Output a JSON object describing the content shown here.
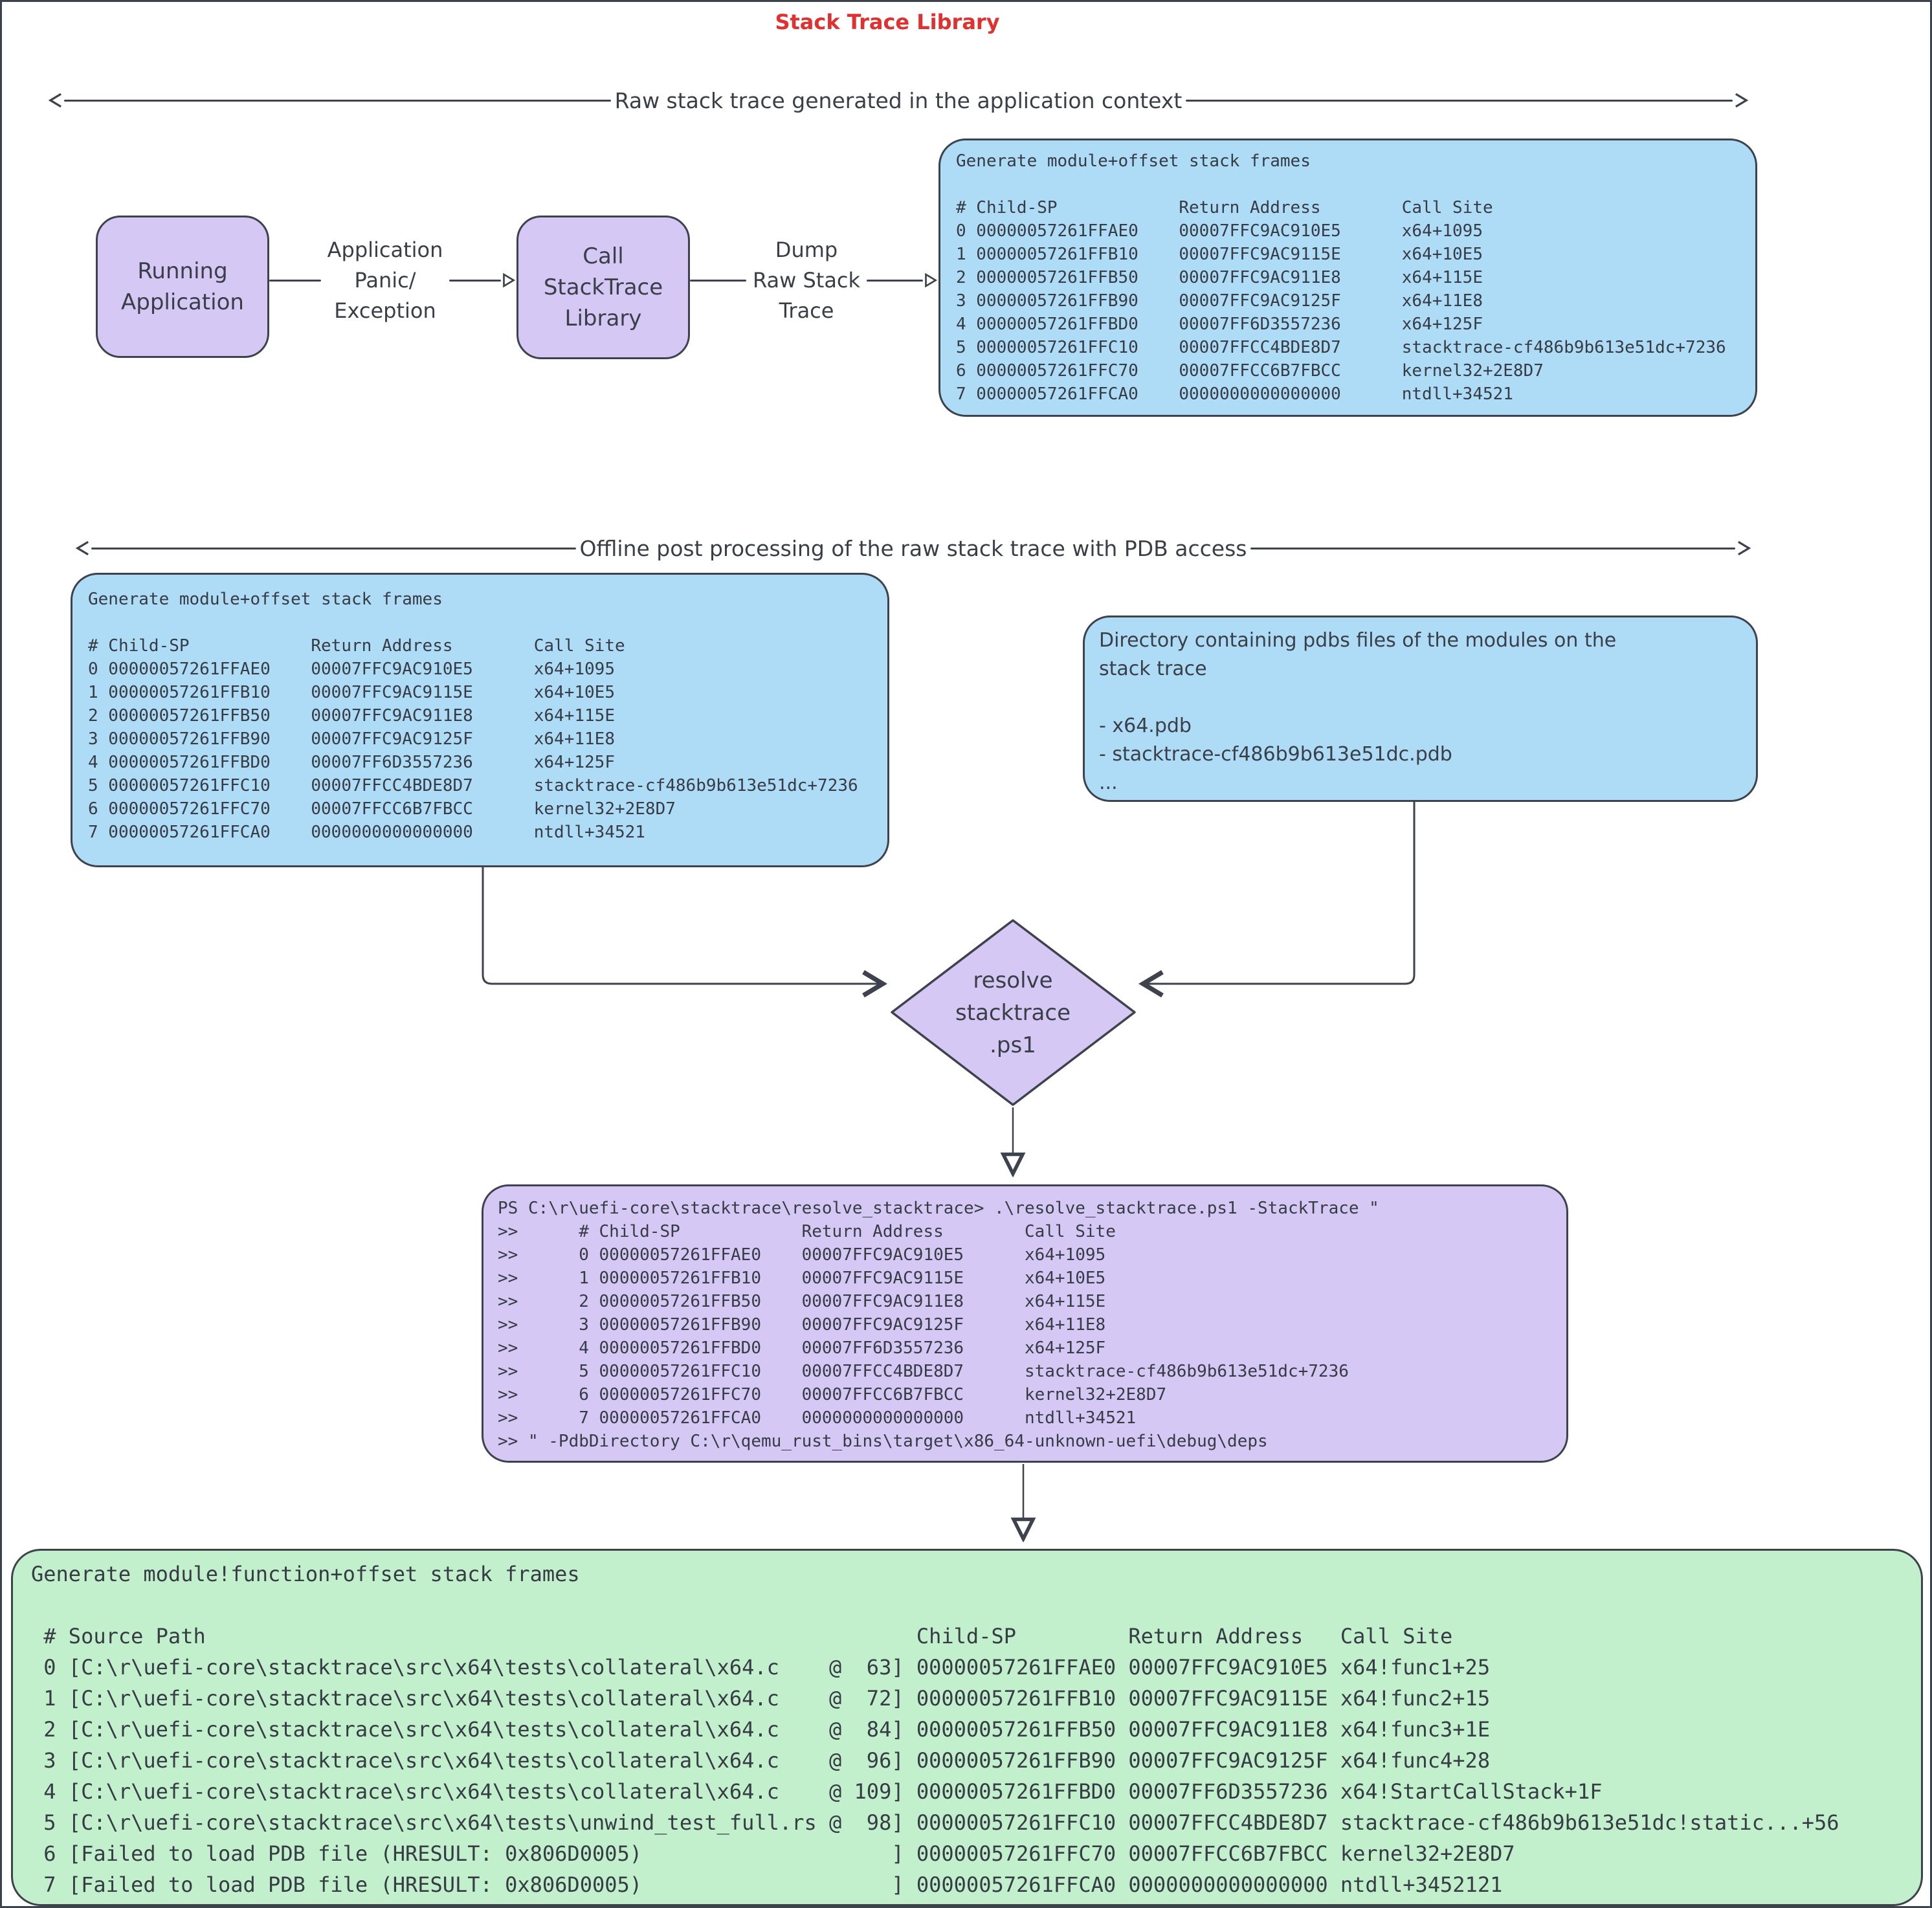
{
  "page_title": "Stack Trace Library",
  "colors": {
    "title_red": "#e03131",
    "violet_fill": "#d6c8f5",
    "blue_fill": "#aedcf7",
    "green_fill": "#c2f0cd",
    "stroke": "#3d424c",
    "text": "#363b44"
  },
  "section1": {
    "label": "Raw stack trace generated in the application context"
  },
  "section2": {
    "label": "Offline post processing of the raw stack trace with PDB access"
  },
  "flow": {
    "running_app": [
      "Running",
      "Application"
    ],
    "panic_arrow": [
      "Application",
      "Panic/",
      "Exception"
    ],
    "call_library": [
      "Call",
      "StackTrace",
      "Library"
    ],
    "dump_arrow": [
      "Dump",
      "Raw Stack",
      "Trace"
    ]
  },
  "raw_trace": {
    "title": "Generate module+offset stack frames",
    "columns": [
      "#",
      "Child-SP",
      "Return Address",
      "Call Site"
    ],
    "frames": [
      {
        "i": "0",
        "sp": "00000057261FFAE0",
        "ra": "00007FFC9AC910E5",
        "cs": "x64+1095"
      },
      {
        "i": "1",
        "sp": "00000057261FFB10",
        "ra": "00007FFC9AC9115E",
        "cs": "x64+10E5"
      },
      {
        "i": "2",
        "sp": "00000057261FFB50",
        "ra": "00007FFC9AC911E8",
        "cs": "x64+115E"
      },
      {
        "i": "3",
        "sp": "00000057261FFB90",
        "ra": "00007FFC9AC9125F",
        "cs": "x64+11E8"
      },
      {
        "i": "4",
        "sp": "00000057261FFBD0",
        "ra": "00007FF6D3557236",
        "cs": "x64+125F"
      },
      {
        "i": "5",
        "sp": "00000057261FFC10",
        "ra": "00007FFCC4BDE8D7",
        "cs": "stacktrace-cf486b9b613e51dc+7236"
      },
      {
        "i": "6",
        "sp": "00000057261FFC70",
        "ra": "00007FFCC6B7FBCC",
        "cs": "kernel32+2E8D7"
      },
      {
        "i": "7",
        "sp": "00000057261FFCA0",
        "ra": "0000000000000000",
        "cs": "ntdll+34521"
      }
    ]
  },
  "pdb_directory_box": {
    "text": [
      "Directory containing pdbs files of the modules on the",
      "stack trace",
      "",
      "- x64.pdb",
      "- stacktrace-cf486b9b613e51dc.pdb",
      "..."
    ]
  },
  "diamond": {
    "label": [
      "resolve",
      "stacktrace",
      ".ps1"
    ]
  },
  "powershell": {
    "prompt": "PS C:\\r\\uefi-core\\stacktrace\\resolve_stacktrace> .\\resolve_stacktrace.ps1 -StackTrace \"",
    "continuation": ">>",
    "closing": "\" -PdbDirectory C:\\r\\qemu_rust_bins\\target\\x86_64-unknown-uefi\\debug\\deps"
  },
  "resolved_trace": {
    "title": "Generate module!function+offset stack frames",
    "columns": [
      "#",
      "Source Path",
      "Child-SP",
      "Return Address",
      "Call Site"
    ],
    "frames": [
      {
        "i": "0",
        "src": "C:\\r\\uefi-core\\stacktrace\\src\\x64\\tests\\collateral\\x64.c",
        "line": "63",
        "sp": "00000057261FFAE0",
        "ra": "00007FFC9AC910E5",
        "cs": "x64!func1+25"
      },
      {
        "i": "1",
        "src": "C:\\r\\uefi-core\\stacktrace\\src\\x64\\tests\\collateral\\x64.c",
        "line": "72",
        "sp": "00000057261FFB10",
        "ra": "00007FFC9AC9115E",
        "cs": "x64!func2+15"
      },
      {
        "i": "2",
        "src": "C:\\r\\uefi-core\\stacktrace\\src\\x64\\tests\\collateral\\x64.c",
        "line": "84",
        "sp": "00000057261FFB50",
        "ra": "00007FFC9AC911E8",
        "cs": "x64!func3+1E"
      },
      {
        "i": "3",
        "src": "C:\\r\\uefi-core\\stacktrace\\src\\x64\\tests\\collateral\\x64.c",
        "line": "96",
        "sp": "00000057261FFB90",
        "ra": "00007FFC9AC9125F",
        "cs": "x64!func4+28"
      },
      {
        "i": "4",
        "src": "C:\\r\\uefi-core\\stacktrace\\src\\x64\\tests\\collateral\\x64.c",
        "line": "109",
        "sp": "00000057261FFBD0",
        "ra": "00007FF6D3557236",
        "cs": "x64!StartCallStack+1F"
      },
      {
        "i": "5",
        "src": "C:\\r\\uefi-core\\stacktrace\\src\\x64\\tests\\unwind_test_full.rs",
        "line": "98",
        "sp": "00000057261FFC10",
        "ra": "00007FFCC4BDE8D7",
        "cs": "stacktrace-cf486b9b613e51dc!static...+56"
      },
      {
        "i": "6",
        "err": "Failed to load PDB file (HRESULT: 0x806D0005)",
        "sp": "00000057261FFC70",
        "ra": "00007FFCC6B7FBCC",
        "cs": "kernel32+2E8D7"
      },
      {
        "i": "7",
        "err": "Failed to load PDB file (HRESULT: 0x806D0005)",
        "sp": "00000057261FFCA0",
        "ra": "0000000000000000",
        "cs": "ntdll+3452121"
      }
    ]
  }
}
